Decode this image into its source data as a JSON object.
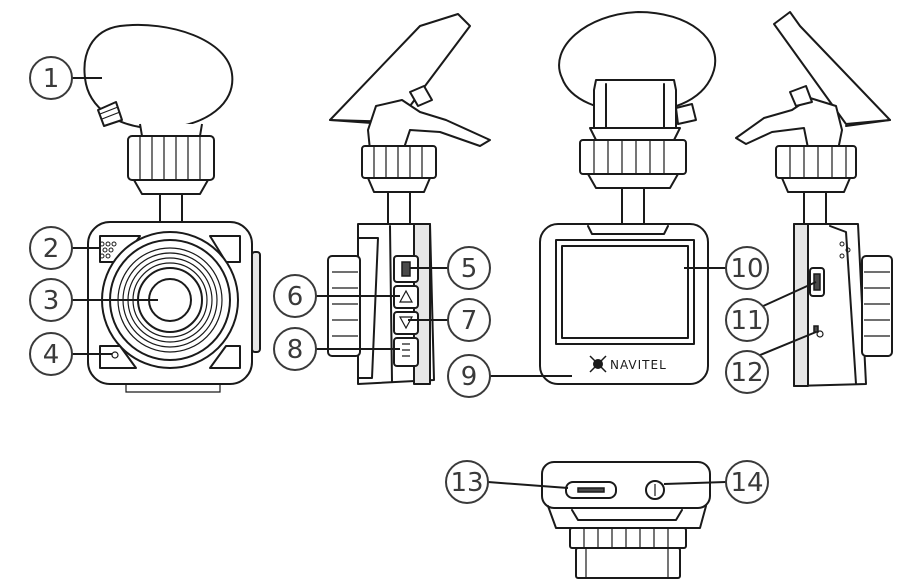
{
  "brand_text": "NAVITEL",
  "callouts": [
    {
      "num": "1"
    },
    {
      "num": "2"
    },
    {
      "num": "3"
    },
    {
      "num": "4"
    },
    {
      "num": "5"
    },
    {
      "num": "6"
    },
    {
      "num": "7"
    },
    {
      "num": "8"
    },
    {
      "num": "9"
    },
    {
      "num": "10"
    },
    {
      "num": "11"
    },
    {
      "num": "12"
    },
    {
      "num": "13"
    },
    {
      "num": "14"
    }
  ]
}
